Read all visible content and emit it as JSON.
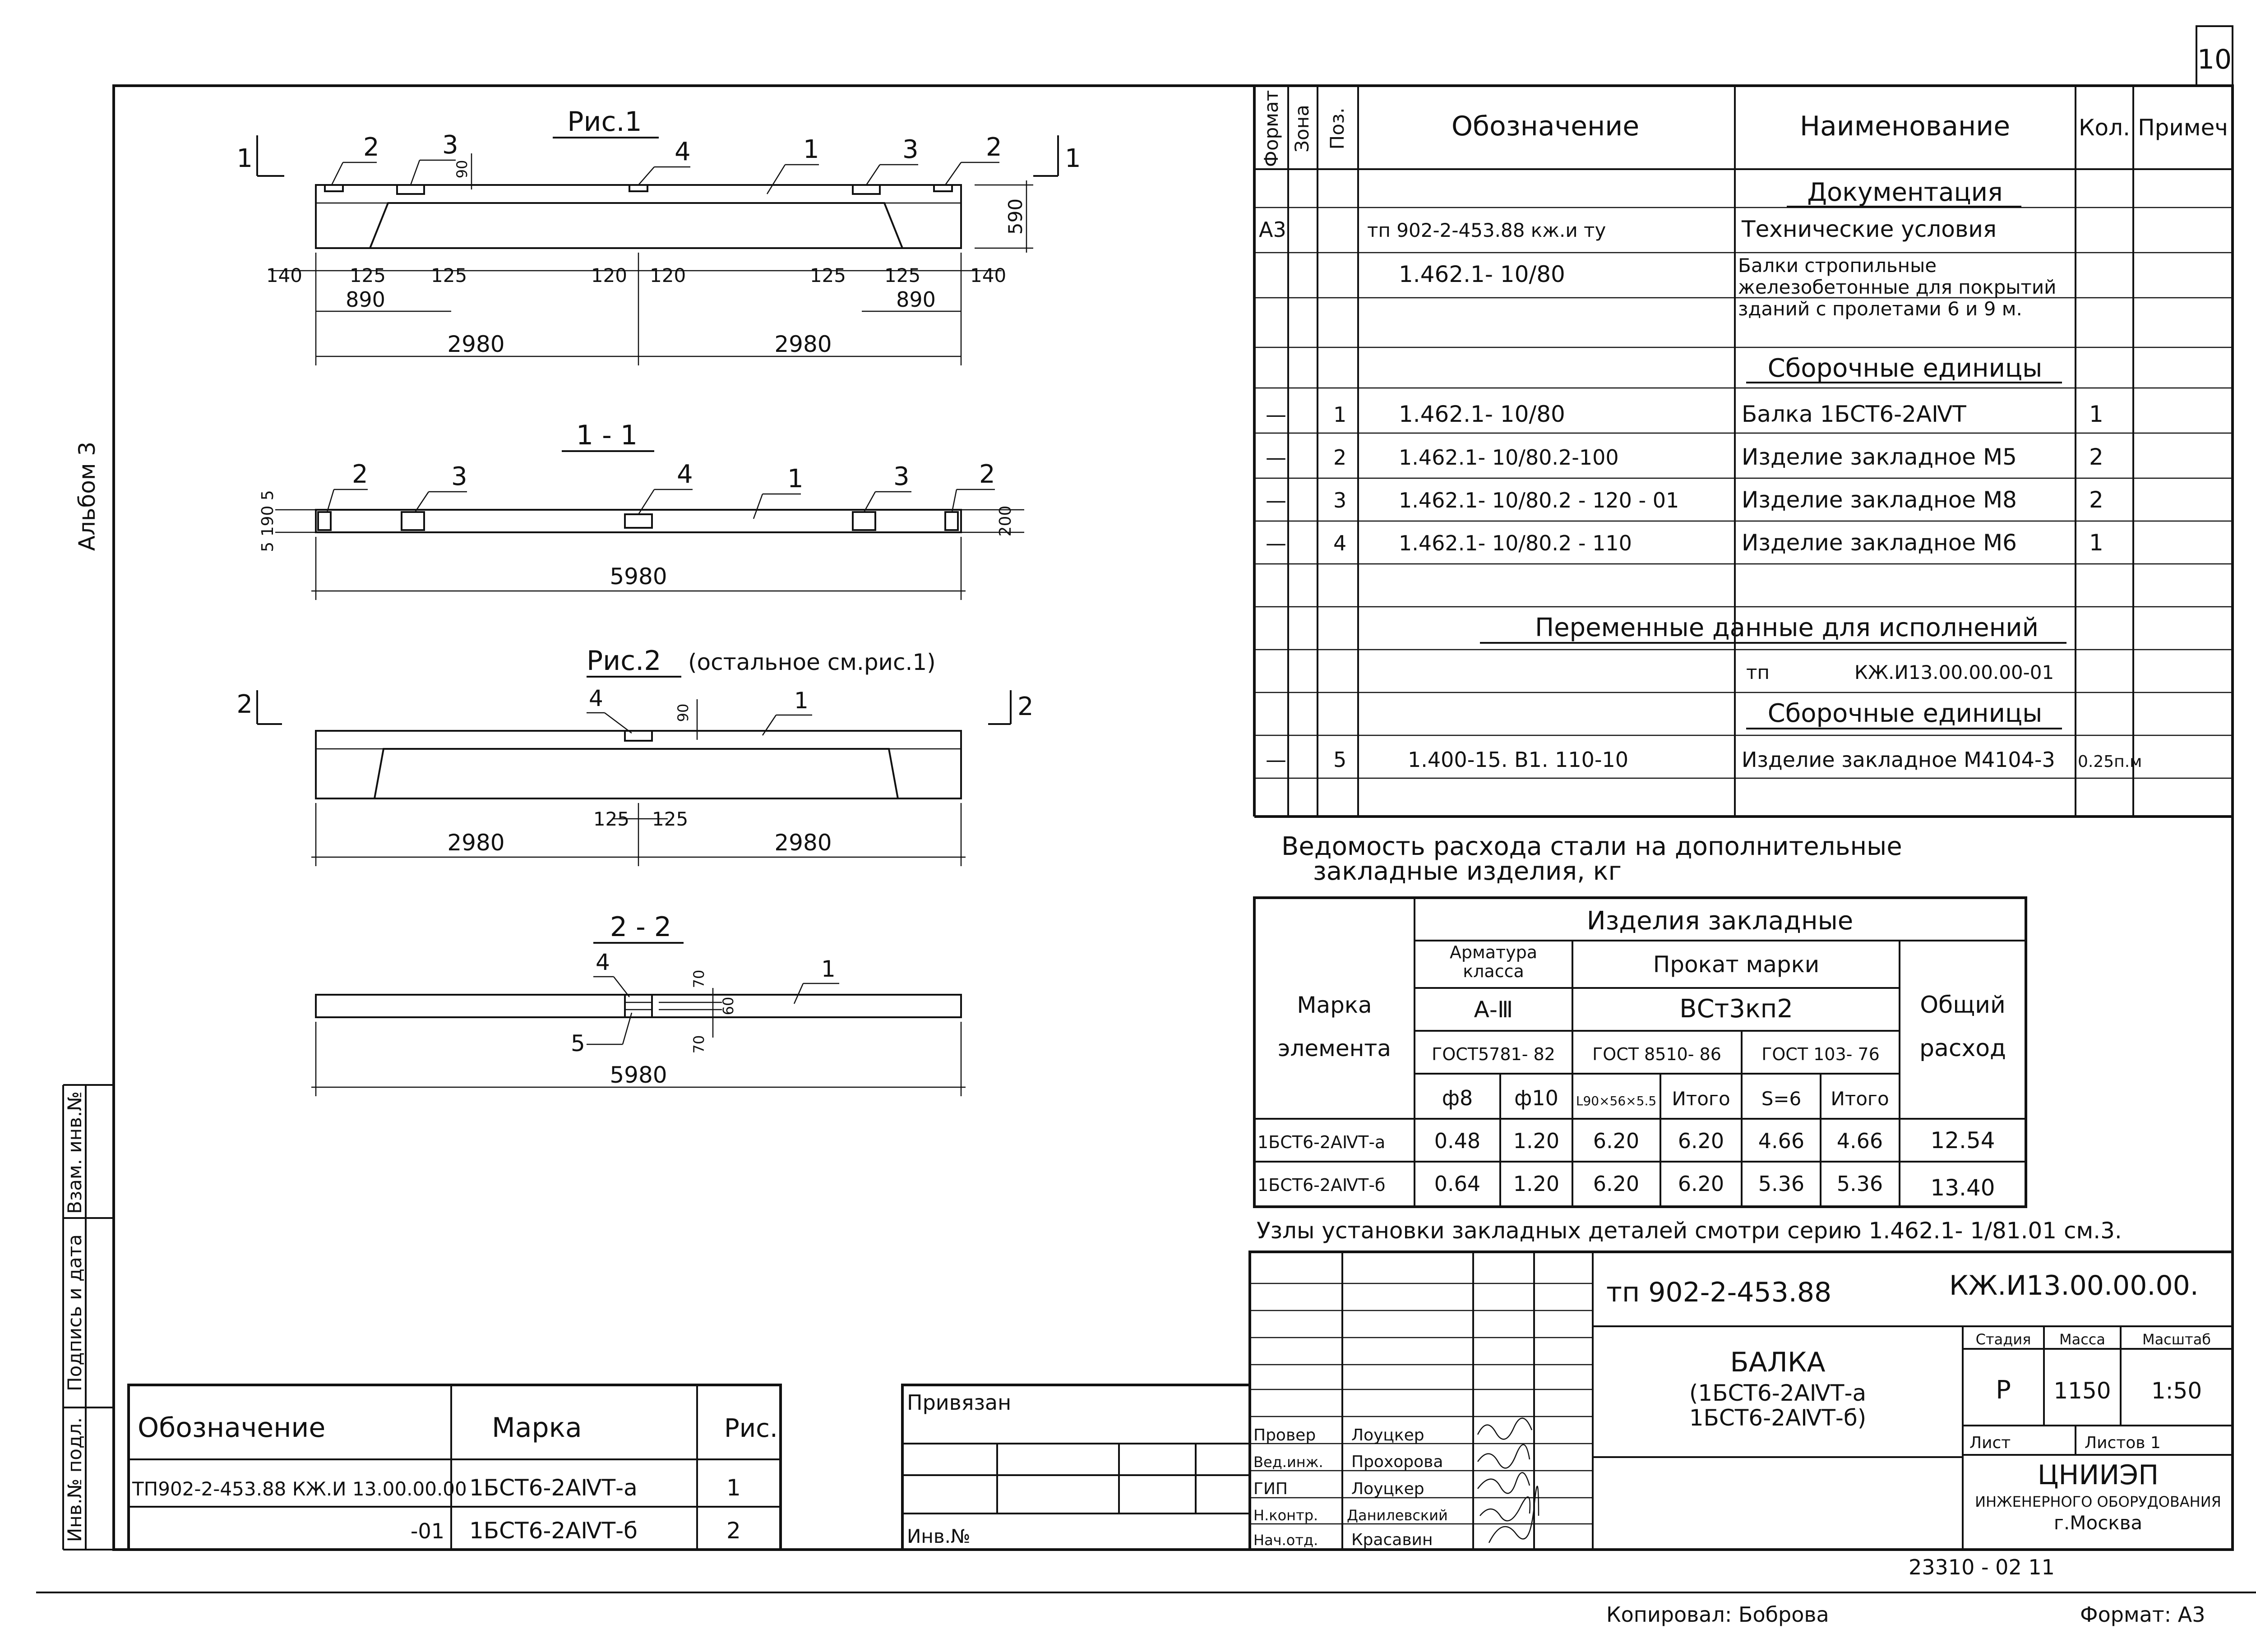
{
  "page_number": "10",
  "album": "Альбом 3",
  "fig1": {
    "title": "Рис.1",
    "section_mark": "1",
    "positions": [
      "2",
      "3",
      "4",
      "1",
      "3",
      "2"
    ],
    "dim_vertical_90": "90",
    "dim_height": "590",
    "dims_bottom": [
      "140",
      "125",
      "125",
      "120",
      "120",
      "125",
      "125",
      "140"
    ],
    "dim_890": "890",
    "dim_2980": "2980"
  },
  "section11": {
    "title": "1 - 1",
    "positions": [
      "2",
      "3",
      "4",
      "1",
      "3",
      "2"
    ],
    "dim_left": "5 190 5",
    "dim_right": "200",
    "dim_length": "5980"
  },
  "fig2": {
    "title": "Рис.2",
    "note": "(остальное см.рис.1)",
    "section_mark": "2",
    "positions": [
      "4",
      "1"
    ],
    "dim_90": "90",
    "dims_bottom": [
      "125",
      "125"
    ],
    "dim_2980": "2980"
  },
  "section22": {
    "title": "2 - 2",
    "positions": [
      "4",
      "1",
      "5"
    ],
    "dims": [
      "70",
      "60",
      "70"
    ],
    "dim_length": "5980"
  },
  "spec": {
    "headers": [
      "Формат",
      "Зона",
      "Поз.",
      "Обозначение",
      "Наименование",
      "Кол.",
      "Примеч"
    ],
    "rows": [
      {
        "fmt": "",
        "zone": "",
        "pos": "",
        "code": "",
        "name": "Документация",
        "qty": "",
        "note": "",
        "heading": true
      },
      {
        "fmt": "А3",
        "zone": "",
        "pos": "",
        "code": "тп 902-2-453.88      кж.и ту",
        "name": "Технические условия",
        "qty": "",
        "note": ""
      },
      {
        "fmt": "",
        "zone": "",
        "pos": "",
        "code": "1.462.1- 10/80",
        "name": "Балки стропильные железобетонные для покрытий зданий с пролетами 6 и 9 м.",
        "qty": "",
        "note": ""
      },
      {
        "fmt": "",
        "zone": "",
        "pos": "",
        "code": "",
        "name": "Сборочные единицы",
        "qty": "",
        "note": "",
        "heading": true
      },
      {
        "fmt": "—",
        "zone": "",
        "pos": "1",
        "code": "1.462.1- 10/80",
        "name": "Балка 1БСТ6-2АⅣТ",
        "qty": "1",
        "note": ""
      },
      {
        "fmt": "—",
        "zone": "",
        "pos": "2",
        "code": "1.462.1- 10/80.2-100",
        "name": "Изделие закладное М5",
        "qty": "2",
        "note": ""
      },
      {
        "fmt": "—",
        "zone": "",
        "pos": "3",
        "code": "1.462.1- 10/80.2 - 120 - 01",
        "name": "Изделие закладное М8",
        "qty": "2",
        "note": ""
      },
      {
        "fmt": "—",
        "zone": "",
        "pos": "4",
        "code": "1.462.1- 10/80.2 - 110",
        "name": "Изделие закладное М6",
        "qty": "1",
        "note": ""
      }
    ],
    "variable_heading": "Переменные данные для исполнений",
    "variant_label": "тп",
    "variant_code": "КЖ.И13.00.00.00-01",
    "variant_subheading": "Сборочные единицы",
    "variant_row": {
      "fmt": "—",
      "pos": "5",
      "code": "1.400-15. В1. 110-10",
      "name": "Изделие закладное М4104-3",
      "qty": "0.25п.м",
      "note": ""
    }
  },
  "steel": {
    "title_line1": "Ведомость расхода стали на дополнительные",
    "title_line2": "закладные изделия, кг",
    "h_group": "Изделия закладные",
    "h_mark": "Марка элемента",
    "h_armature": "Арматура класса",
    "h_a3": "А-Ⅲ",
    "h_gost_a": "ГОСТ5781- 82",
    "h_prokat": "Прокат марки",
    "h_steel": "ВСт3кп2",
    "h_gost_b": "ГОСТ 8510- 86",
    "h_gost_c": "ГОСТ 103- 76",
    "h_total": "Общий расход",
    "sub": [
      "ф8",
      "ф10",
      "L90×56×5.5",
      "Итого",
      "S=6",
      "Итого"
    ],
    "rows": [
      {
        "mark": "1БСТ6-2АⅣТ-а",
        "v": [
          "0.48",
          "1.20",
          "6.20",
          "6.20",
          "4.66",
          "4.66",
          "12.54"
        ]
      },
      {
        "mark": "1БСТ6-2АⅣТ-б",
        "v": [
          "0.64",
          "1.20",
          "6.20",
          "6.20",
          "5.36",
          "5.36",
          "13.40"
        ]
      }
    ]
  },
  "footnote": "Узлы установки закладных деталей смотри серию 1.462.1- 1/81.01  см.3.",
  "variants": {
    "headers": [
      "Обозначение",
      "Марка",
      "Рис."
    ],
    "rows": [
      {
        "code": "ТП902-2-453.88 КЖ.И 13.00.00.00",
        "mark": "1БСТ6-2АⅣТ-а",
        "fig": "1"
      },
      {
        "code": "-01",
        "mark": "1БСТ6-2АⅣТ-б",
        "fig": "2"
      }
    ]
  },
  "privyazan": "Привязан",
  "inv_no": "Инв.№",
  "side_labels": [
    "Инв.№ подл.",
    "Подпись и дата",
    "Взам. инв.№"
  ],
  "stamp": {
    "project": "тп 902-2-453.88",
    "code": "КЖ.И13.00.00.00.",
    "title": "БАЛКА",
    "sub1": "(1БСТ6-2АⅣТ-а",
    "sub2": "1БСТ6-2АⅣТ-б)",
    "stage_h": "Стадия",
    "mass_h": "Масса",
    "scale_h": "Масштаб",
    "stage": "Р",
    "mass": "1150",
    "scale": "1:50",
    "sheet": "Лист",
    "sheets": "Листов 1",
    "org1": "ЦНИИЭП",
    "org2": "ИНЖЕНЕРНОГО ОБОРУДОВАНИЯ",
    "org3": "г.Москва",
    "people": [
      {
        "role": "Провер",
        "name": "Лоуцкер"
      },
      {
        "role": "Вед.инж.",
        "name": "Прохорова"
      },
      {
        "role": "ГИП",
        "name": "Лоуцкер"
      },
      {
        "role": "Н.контр.",
        "name": "Данилевский"
      },
      {
        "role": "Нач.отд.",
        "name": "Красавин"
      }
    ]
  },
  "number_below": "23310 - 02   11",
  "copied": "Копировал: Боброва",
  "format": "Формат: А3"
}
